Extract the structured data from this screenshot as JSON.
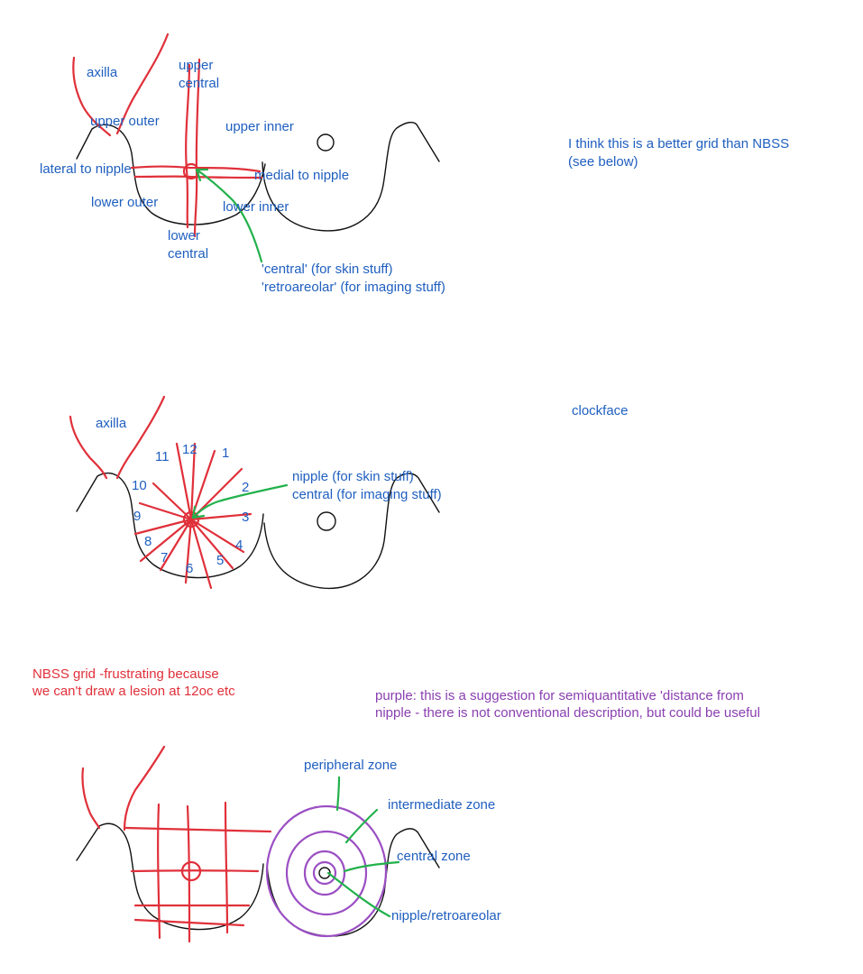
{
  "panel1": {
    "labels": {
      "axilla": "axilla",
      "upper_central_1": "upper",
      "upper_central_2": "central",
      "upper_outer": "upper outer",
      "upper_inner": "upper inner",
      "lateral_to_nipple": "lateral to nipple",
      "medial_to_nipple": "medial to nipple",
      "lower_outer": "lower outer",
      "lower_inner": "lower inner",
      "lower_central_1": "lower",
      "lower_central_2": "central",
      "central_note_1": "'central' (for skin stuff)",
      "central_note_2": "'retroareolar' (for imaging stuff)"
    },
    "side_note_1": "I think this is a better grid than NBSS",
    "side_note_2": "(see below)"
  },
  "panel2": {
    "labels": {
      "axilla": "axilla",
      "nipple_note_1": "nipple (for skin stuff)",
      "nipple_note_2": "central (for imaging stuff)"
    },
    "clock_numbers": [
      "12",
      "1",
      "2",
      "3",
      "4",
      "5",
      "6",
      "7",
      "8",
      "9",
      "10",
      "11"
    ],
    "side_note": "clockface"
  },
  "panel3": {
    "nbss_note_1": "NBSS grid -frustrating because",
    "nbss_note_2": "we can't draw a lesion at 12oc etc",
    "purple_note_1": "purple: this is a suggestion for semiquantitative 'distance from",
    "purple_note_2": "nipple - there is not conventional description, but could be useful",
    "zones": {
      "peripheral": "peripheral zone",
      "intermediate": "intermediate zone",
      "central": "central zone",
      "nipple": "nipple/retroareolar"
    }
  },
  "colors": {
    "outline": "#111111",
    "grid": "#e0303a",
    "pointer": "#22b14c",
    "zone": "#9b4fc3",
    "text_blue": "#1f5fbf",
    "text_red": "#e0303a",
    "text_purple": "#8a3fb0"
  }
}
